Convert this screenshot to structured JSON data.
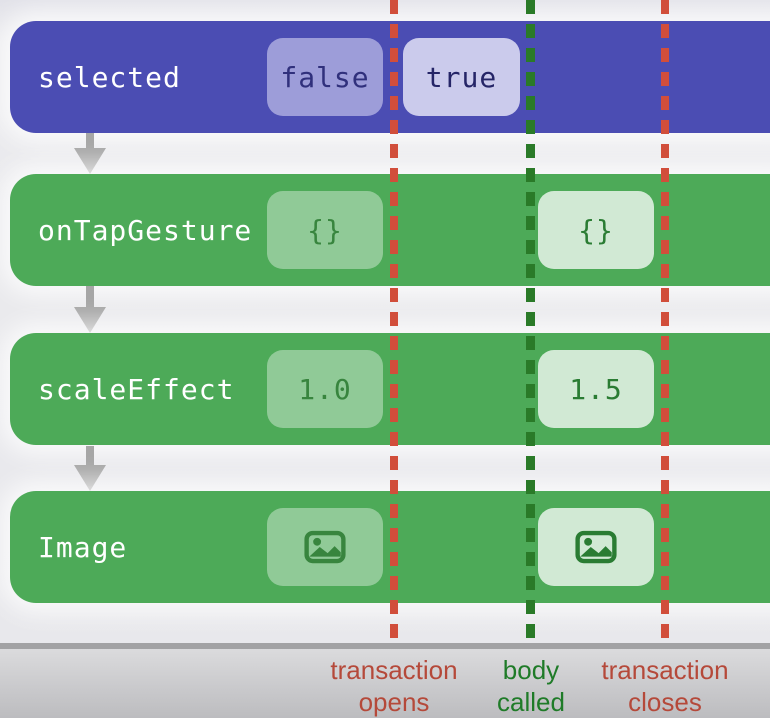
{
  "rows": [
    {
      "label": "selected",
      "chips": [
        {
          "text": "false",
          "state": "dim"
        },
        {
          "text": "true",
          "state": "bright"
        }
      ]
    },
    {
      "label": "onTapGesture",
      "chips": [
        {
          "text": "{}",
          "state": "dim"
        },
        {
          "text": "{}",
          "state": "bright"
        }
      ]
    },
    {
      "label": "scaleEffect",
      "chips": [
        {
          "text": "1.0",
          "state": "dim"
        },
        {
          "text": "1.5",
          "state": "bright"
        }
      ]
    },
    {
      "label": "Image",
      "chips": [
        {
          "icon": "photo-icon",
          "state": "dim"
        },
        {
          "icon": "photo-icon",
          "state": "bright"
        }
      ]
    }
  ],
  "markers": [
    {
      "line1": "transaction",
      "line2": "opens",
      "color": "#b5493a"
    },
    {
      "line1": "body",
      "line2": "called",
      "color": "#1f7b28"
    },
    {
      "line1": "transaction",
      "line2": "closes",
      "color": "#b5493a"
    }
  ],
  "colors": {
    "state_bar": "#4b4db3",
    "view_bar": "#4daa58",
    "transaction_dash": "#d14e3b",
    "body_dash": "#2a7a28",
    "arrow": "#a6a6a6",
    "timeline_line": "#a2a2a4"
  }
}
